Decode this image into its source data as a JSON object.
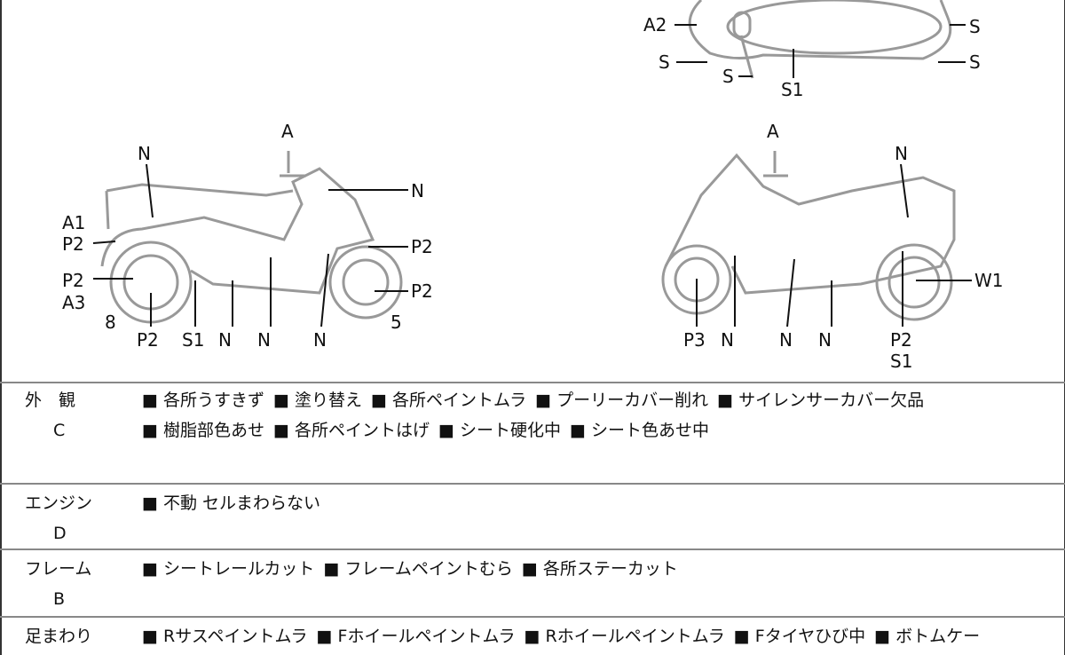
{
  "diagram": {
    "top_view": {
      "labels": [
        "A2",
        "S",
        "S",
        "S1",
        "S",
        "S"
      ]
    },
    "left_view": {
      "labels": [
        "N",
        "A",
        "N",
        "A1",
        "P2",
        "P2",
        "P2",
        "P2",
        "A3",
        "8",
        "P2",
        "S1",
        "N",
        "N",
        "N",
        "5"
      ]
    },
    "right_view": {
      "labels": [
        "A",
        "N",
        "P3",
        "N",
        "N",
        "N",
        "W1",
        "P2",
        "S1"
      ]
    }
  },
  "sections": [
    {
      "label": "外　観",
      "code": "C",
      "items": [
        "各所うすきず",
        "塗り替え",
        "各所ペイントムラ",
        "プーリーカバー削れ",
        "サイレンサーカバー欠品",
        "樹脂部色あせ",
        "各所ペイントはげ",
        "シート硬化中",
        "シート色あせ中"
      ]
    },
    {
      "label": "エンジン",
      "code": "D",
      "items": [
        "不動 セルまわらない"
      ]
    },
    {
      "label": "フレーム",
      "code": "B",
      "items": [
        "シートレールカット",
        "フレームペイントむら",
        "各所ステーカット"
      ]
    },
    {
      "label": "足まわり",
      "code": "",
      "items": [
        "Rサスペイントムラ",
        "Fホイールペイントムラ",
        "Rホイールペイントムラ",
        "Fタイヤひび中",
        "ボトムケー"
      ]
    }
  ]
}
